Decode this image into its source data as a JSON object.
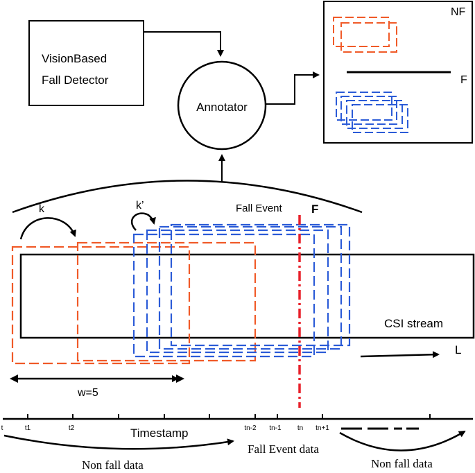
{
  "detector": {
    "line1": "VisionBased",
    "line2": "Fall Detector"
  },
  "annotator": {
    "label": "Annotator"
  },
  "output_panel": {
    "nf_label": "NF",
    "f_label": "F"
  },
  "window": {
    "k_label": "k",
    "k_prime_label": "k’",
    "width_label": "w=5"
  },
  "fall_event": {
    "label": "Fall Event",
    "marker": "F"
  },
  "stream": {
    "label": "CSI stream",
    "length_label": "L"
  },
  "timeline": {
    "tick_labels": [
      "t",
      "t1",
      "t2",
      "tn-2",
      "tn-1",
      "tn",
      "tn+1"
    ],
    "axis_title": "Timestamp",
    "non_fall_left": "Non fall data",
    "fall_event_data": "Fall Event data",
    "non_fall_right": "Non fall data"
  },
  "colors": {
    "orange": "#f05a28",
    "blue": "#2b5bd7",
    "red": "#e8202a",
    "black": "#000000"
  }
}
